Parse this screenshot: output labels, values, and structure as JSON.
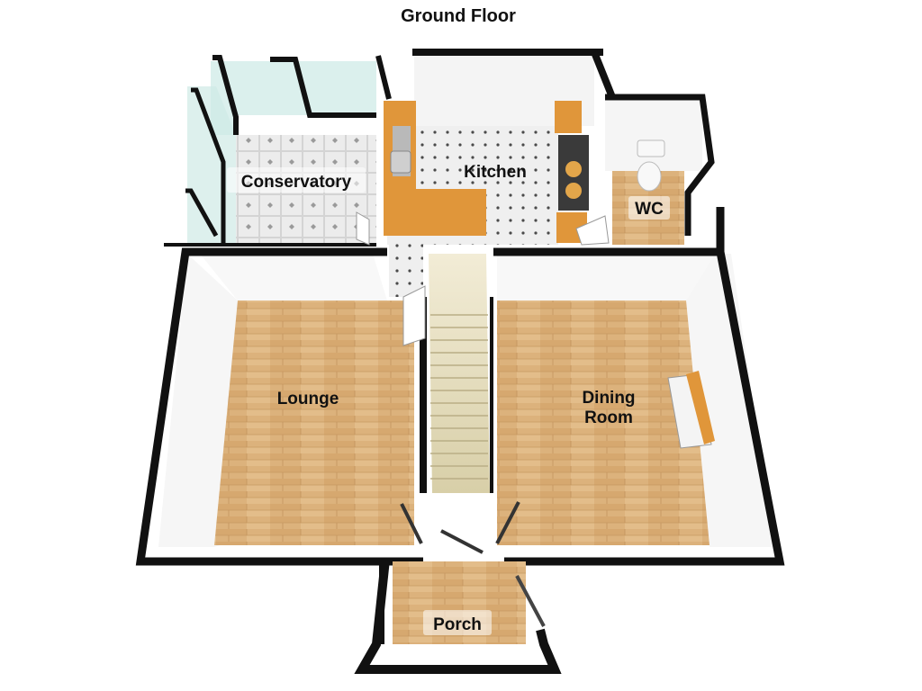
{
  "title": "Ground Floor",
  "rooms": {
    "conservatory": "Conservatory",
    "kitchen": "Kitchen",
    "wc": "WC",
    "lounge": "Lounge",
    "dining_line1": "Dining",
    "dining_line2": "Room",
    "porch": "Porch"
  },
  "colors": {
    "wall": "#0d0d0d",
    "wall_inner": "#f2f2f2",
    "wood_floor": "#d9b07a",
    "tile_floor": "#e8e8e8",
    "worktop": "#e0963a",
    "glass": "#bfe3df"
  }
}
